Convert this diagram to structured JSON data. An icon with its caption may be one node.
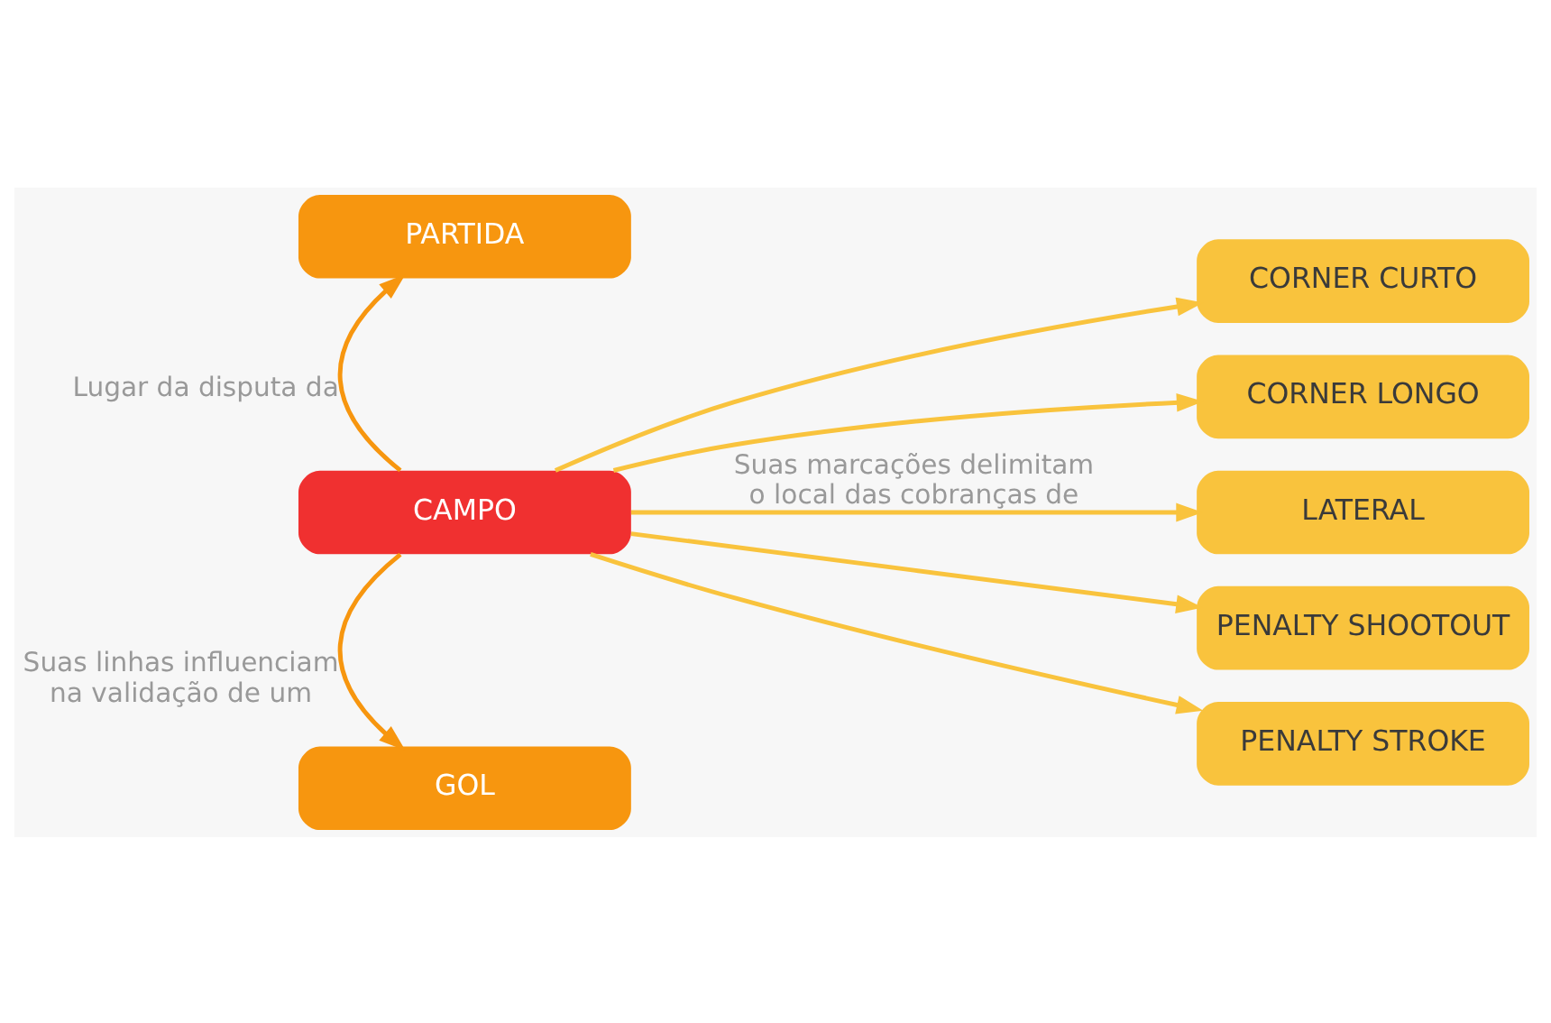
{
  "diagram": {
    "nodes": [
      {
        "text": [
          "PARTIDA"
        ]
      },
      {
        "text": [
          "CAMPO"
        ]
      },
      {
        "text": [
          "GOL"
        ]
      },
      {
        "text": [
          "CORNER CURTO"
        ]
      },
      {
        "text": [
          "CORNER LONGO"
        ]
      },
      {
        "text": [
          "LATERAL"
        ]
      },
      {
        "text": [
          "PENALTY SHOOTOUT"
        ]
      },
      {
        "text": [
          "PENALTY STROKE"
        ]
      }
    ],
    "edges": [
      {
        "from": 1,
        "to": 0,
        "arrow": "to",
        "label": "Lugar da disputa da",
        "color": "#f7960f"
      },
      {
        "from": 1,
        "to": 2,
        "arrow": "to",
        "label": "Suas linhas influenciam na validação de um",
        "color": "#f7960f"
      },
      {
        "from": 1,
        "to": 3,
        "arrow": "to"
      },
      {
        "from": 1,
        "to": 4,
        "arrow": "to"
      },
      {
        "from": 1,
        "to": 5,
        "arrow": "to",
        "label": "Suas marcações delimitam o local das cobranças de"
      },
      {
        "from": 1,
        "to": 6,
        "arrow": "to"
      },
      {
        "from": 1,
        "to": 7,
        "arrow": "to"
      }
    ]
  }
}
